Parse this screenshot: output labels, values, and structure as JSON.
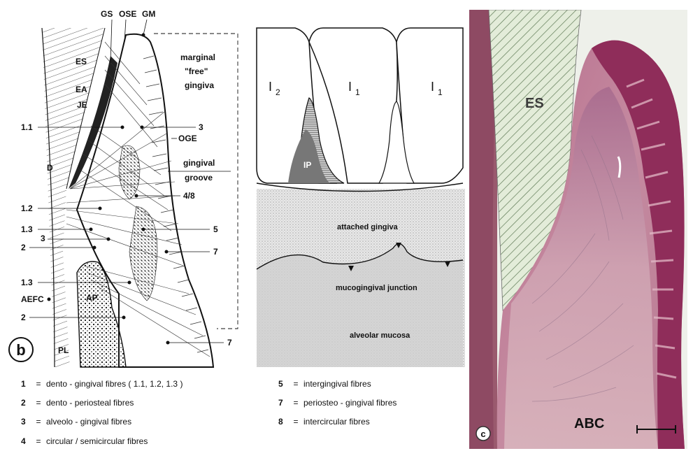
{
  "panel_b": {
    "panel_letter": "b",
    "top_labels": {
      "gs": "GS",
      "ose": "OSE",
      "gm": "GM"
    },
    "labels": {
      "es": "ES",
      "ea": "EA",
      "je": "JE",
      "d": "D",
      "oge": "OGE",
      "ap": "AP",
      "pl": "PL",
      "aefc": "AEFC",
      "marginal_1": "marginal",
      "marginal_2": "\"free\"",
      "marginal_3": "gingiva",
      "groove_1": "gingival",
      "groove_2": "groove"
    },
    "fibre_labels": {
      "l_1_1": "1.1",
      "l_1_2": "1.2",
      "l_1_3a": "1.3",
      "l_3": "3",
      "l_2a": "2",
      "l_1_3b": "1.3",
      "l_2b": "2",
      "r_3": "3",
      "r_48": "4/8",
      "r_5": "5",
      "r_7a": "7",
      "r_7b": "7"
    }
  },
  "teeth_panel": {
    "tooth_labels": {
      "i2": "I",
      "i2_sub": "2",
      "i1a": "I",
      "i1a_sub": "1",
      "i1b": "I",
      "i1b_sub": "1"
    },
    "ip": "IP",
    "attached": "attached gingiva",
    "mgj": "mucogingival junction",
    "mucosa": "alveolar mucosa"
  },
  "legend": {
    "items": [
      {
        "num": "1",
        "eq": "=",
        "text": "dento - gingival fibres  ( 1.1, 1.2, 1.3 )"
      },
      {
        "num": "2",
        "eq": "=",
        "text": "dento - periosteal fibres"
      },
      {
        "num": "3",
        "eq": "=",
        "text": "alveolo - gingival fibres"
      },
      {
        "num": "4",
        "eq": "=",
        "text": "circular / semicircular fibres"
      },
      {
        "num": "5",
        "eq": "=",
        "text": "intergingival fibres"
      },
      {
        "num": "7",
        "eq": "=",
        "text": "periosteo - gingival fibres"
      },
      {
        "num": "8",
        "eq": "=",
        "text": "intercircular fibres"
      }
    ]
  },
  "panel_c": {
    "panel_letter": "c",
    "es": "ES",
    "abc": "ABC"
  },
  "colors": {
    "tissue_pink": "#c8889a",
    "epithelium": "#8b2f55",
    "stipple": "#b9b9b9"
  }
}
